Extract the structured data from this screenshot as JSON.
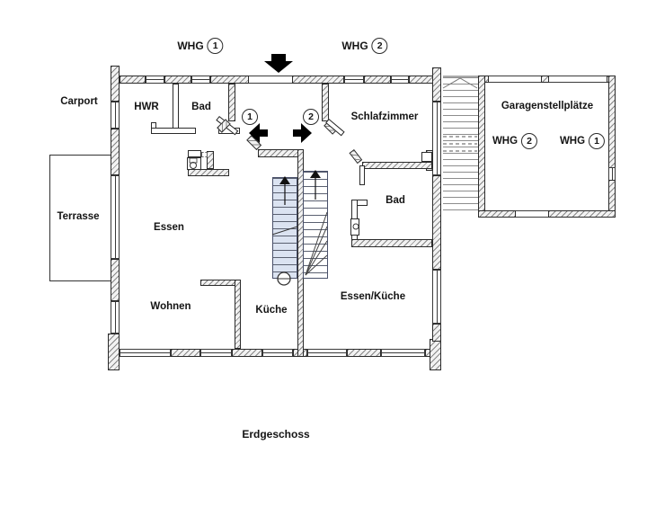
{
  "plan": {
    "floor_label": "Erdgeschoss",
    "apartment_headers": {
      "whg1": {
        "name": "WHG",
        "number": "1"
      },
      "whg2": {
        "name": "WHG",
        "number": "2"
      }
    },
    "entrances": {
      "door1_number": "1",
      "door2_number": "2"
    },
    "rooms": {
      "carport": "Carport",
      "hwr": "HWR",
      "bad_whg1": "Bad",
      "schlafzimmer": "Schlafzimmer",
      "terrasse": "Terrasse",
      "essen": "Essen",
      "bad_whg2": "Bad",
      "wohnen": "Wohnen",
      "kueche": "Küche",
      "essen_kueche": "Essen/Küche"
    },
    "garage": {
      "title": "Garagenstellplätze",
      "left_space": {
        "name": "WHG",
        "number": "2"
      },
      "right_space": {
        "name": "WHG",
        "number": "1"
      }
    },
    "colors": {
      "background": "#ffffff",
      "wall_line": "#2b2b2b",
      "wall_fill": "#f2f2f2",
      "stair_tint": "#dbe3f1",
      "arrow": "#000000",
      "text": "#141414"
    }
  }
}
